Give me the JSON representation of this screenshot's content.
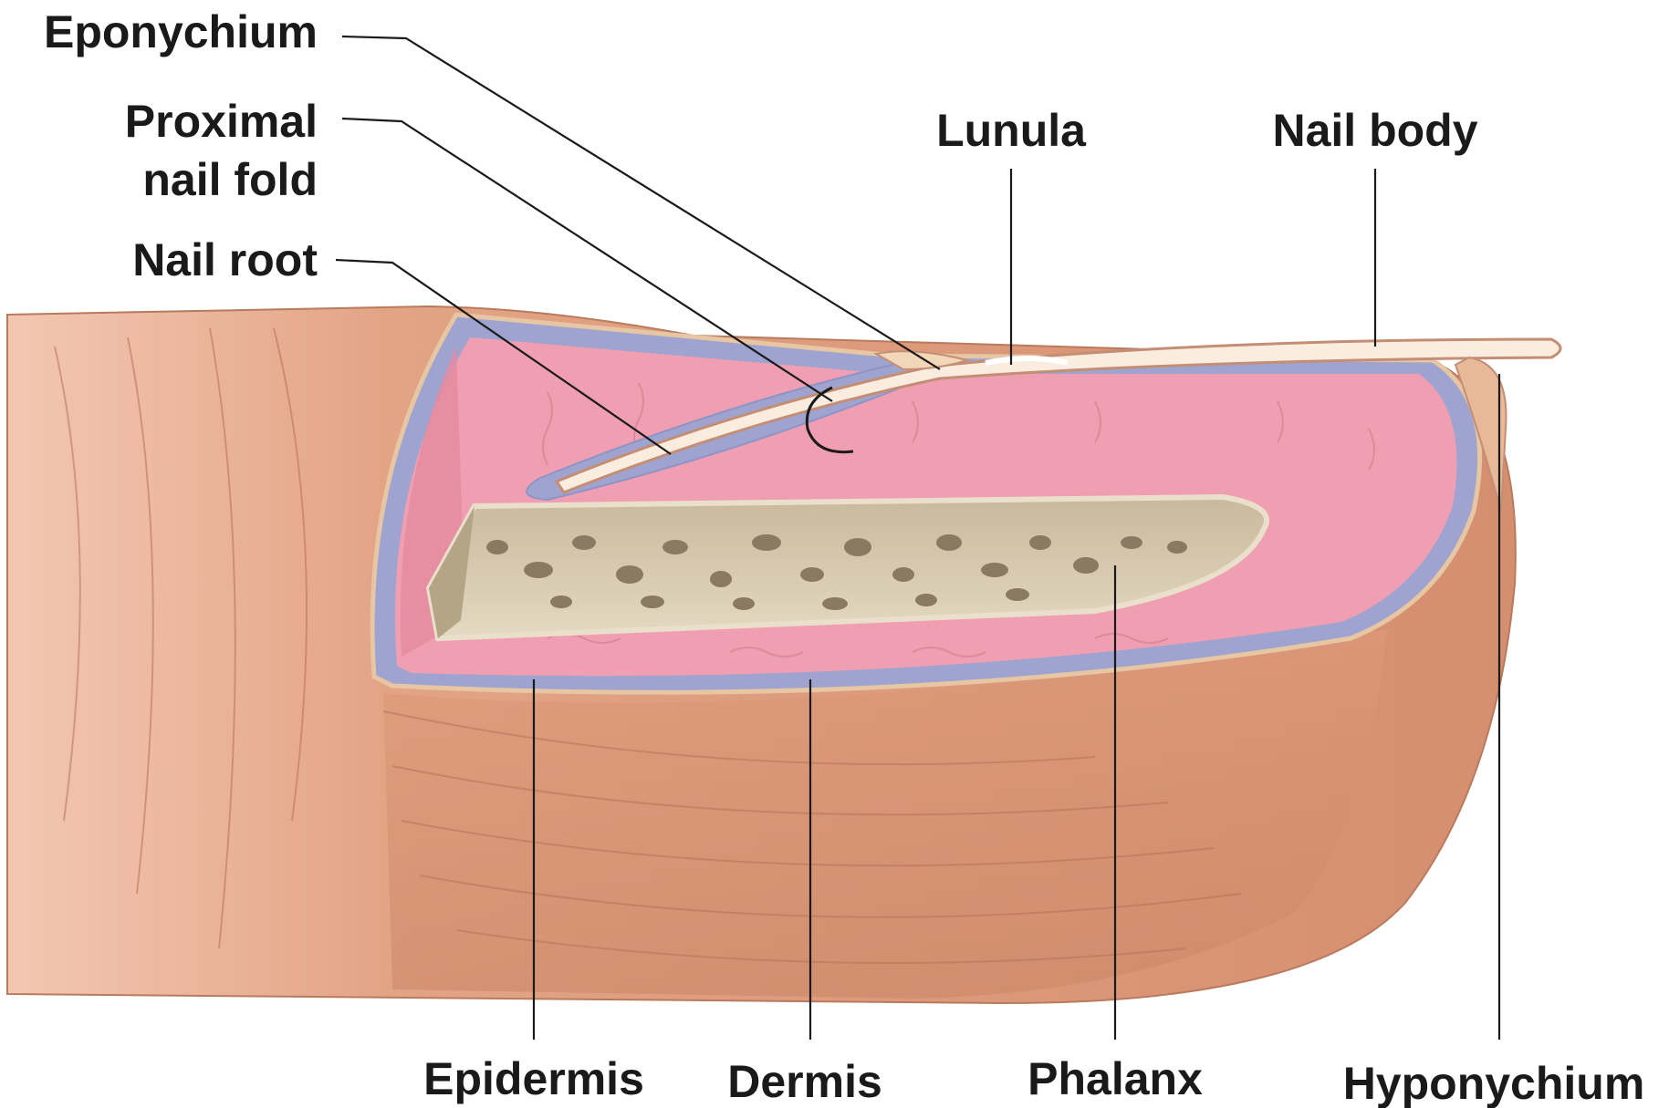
{
  "diagram": {
    "labels": {
      "eponychium": "Eponychium",
      "proximal_nail_fold_line1": "Proximal",
      "proximal_nail_fold_line2": "nail fold",
      "nail_root": "Nail root",
      "lunula": "Lunula",
      "nail_body": "Nail body",
      "epidermis": "Epidermis",
      "dermis": "Dermis",
      "phalanx": "Phalanx",
      "hyponychium": "Hyponychium"
    }
  },
  "colors": {
    "skin": "#dd9c7d",
    "skin_dark": "#c47f62",
    "dermis_pink": "#ef9fb1",
    "epidermis_blue": "#9ea3d0",
    "nail": "#fbece0",
    "bone": "#d8cbb0",
    "bone_pore": "#8a7a63"
  }
}
